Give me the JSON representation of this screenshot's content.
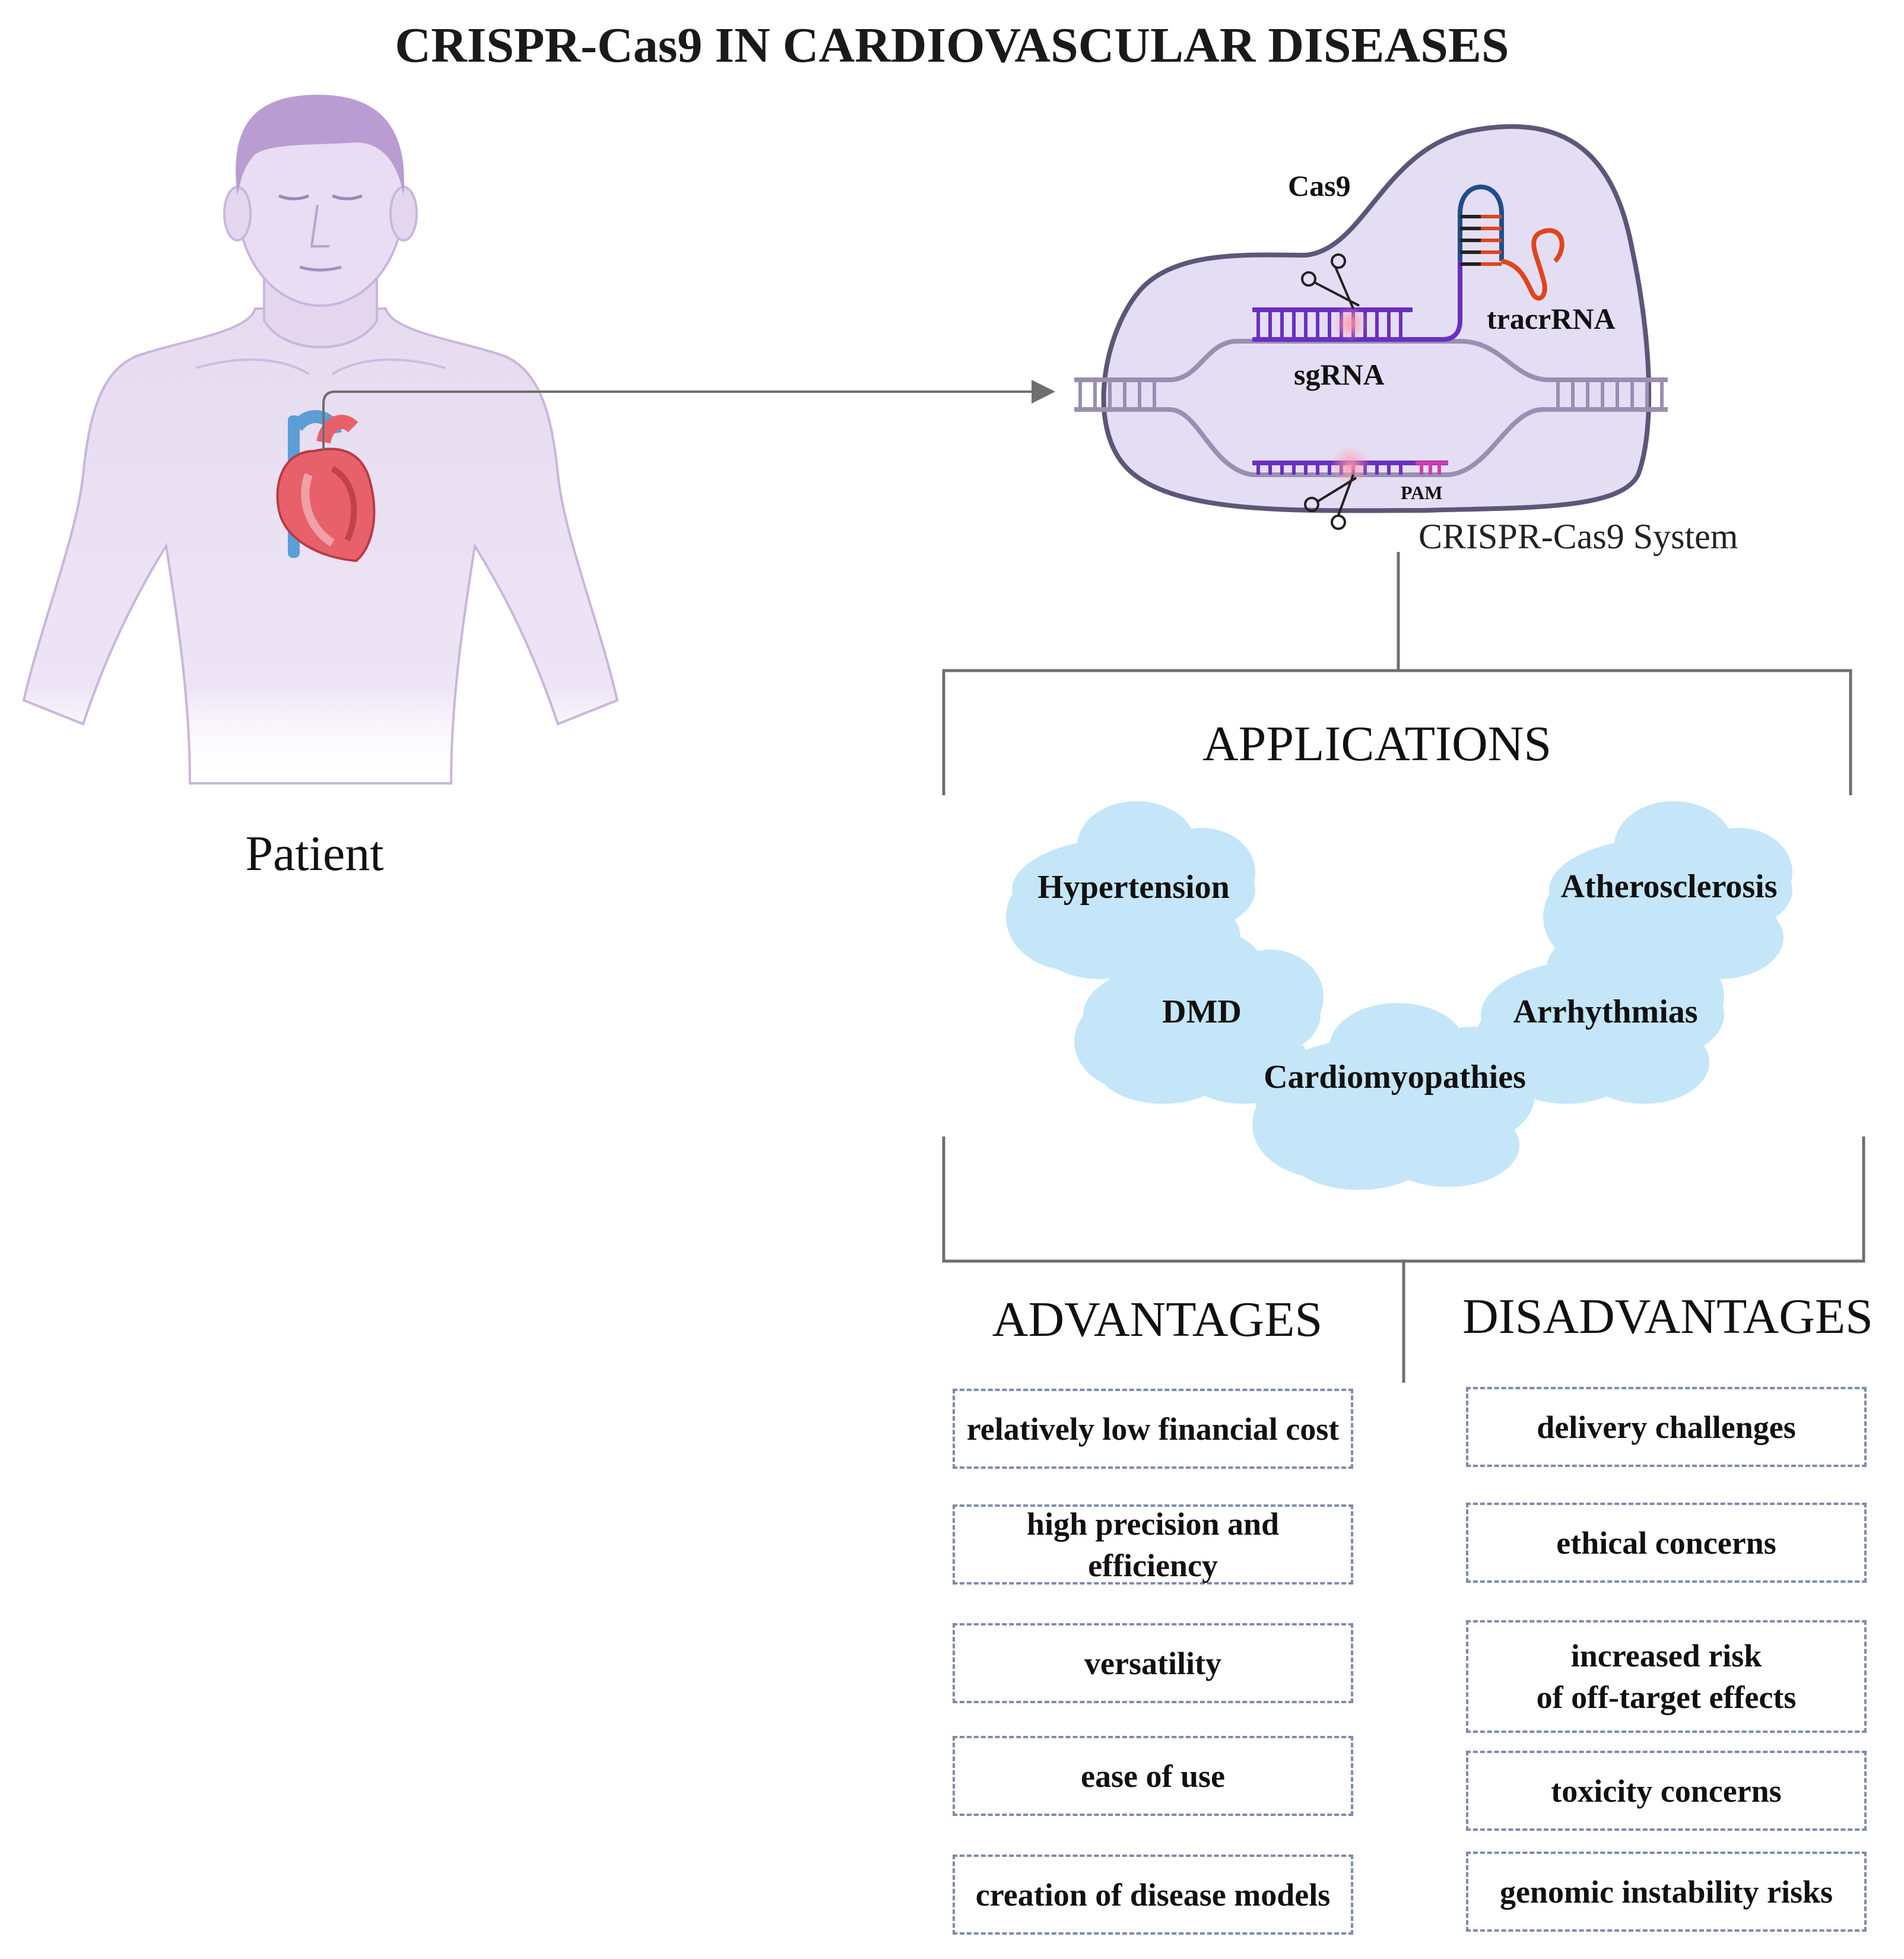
{
  "title": "CRISPR-Cas9 IN CARDIOVASCULAR DISEASES",
  "patient_label": "Patient",
  "system": {
    "caption": "CRISPR-Cas9 System",
    "labels": {
      "cas9": "Cas9",
      "sgrna": "sgRNA",
      "tracrrna": "tracrRNA",
      "pam": "PAM"
    }
  },
  "applications": {
    "heading": "APPLICATIONS",
    "items": [
      "Hypertension",
      "Atherosclerosis",
      "DMD",
      "Arrhythmias",
      "Cardiomyopathies"
    ]
  },
  "advantages": {
    "heading": "ADVANTAGES",
    "items": [
      "relatively low financial cost",
      "high precision and\nefficiency",
      "versatility",
      "ease of use",
      "creation of disease models"
    ]
  },
  "disadvantages": {
    "heading": "DISADVANTAGES",
    "items": [
      "delivery challenges",
      "ethical concerns",
      "increased risk\nof off-target effects",
      "toxicity concerns",
      "genomic instability risks"
    ]
  },
  "colors": {
    "body": "#e6dbf0",
    "body_outline": "#c9b6dc",
    "hair": "#b99dd2",
    "cas9_fill": "#e4def5",
    "cas9_outline": "#5d5678",
    "dna_purple": "#6a2fc2",
    "dna_gray": "#9a8fb0",
    "pam": "#d43ca8",
    "tracr": "#e0441c",
    "cloud": "#c4e6f8",
    "box_border": "#7d8ab0",
    "connector": "#6f6f6f"
  }
}
